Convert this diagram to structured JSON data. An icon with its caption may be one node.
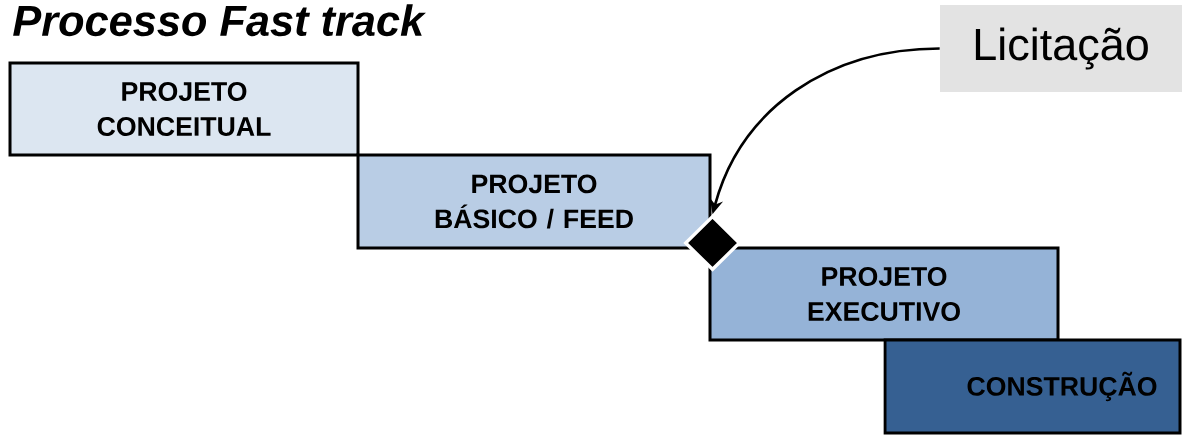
{
  "diagram": {
    "title": "Processo Fast track",
    "nodes": [
      {
        "text": [
          "PROJETO CONCEITUAL"
        ]
      },
      {
        "text": [
          "PROJETO BÁSICO / FEED"
        ]
      },
      {
        "text": [],
        "shape": "diamond"
      },
      {
        "text": [
          "PROJETO EXECUTIVO"
        ]
      },
      {
        "text": [
          "CONSTRUÇÃO"
        ]
      },
      {
        "text": [
          "Licitação"
        ]
      }
    ],
    "edges": [
      {
        "from": 5,
        "to": 2,
        "arrow": "to"
      }
    ]
  }
}
